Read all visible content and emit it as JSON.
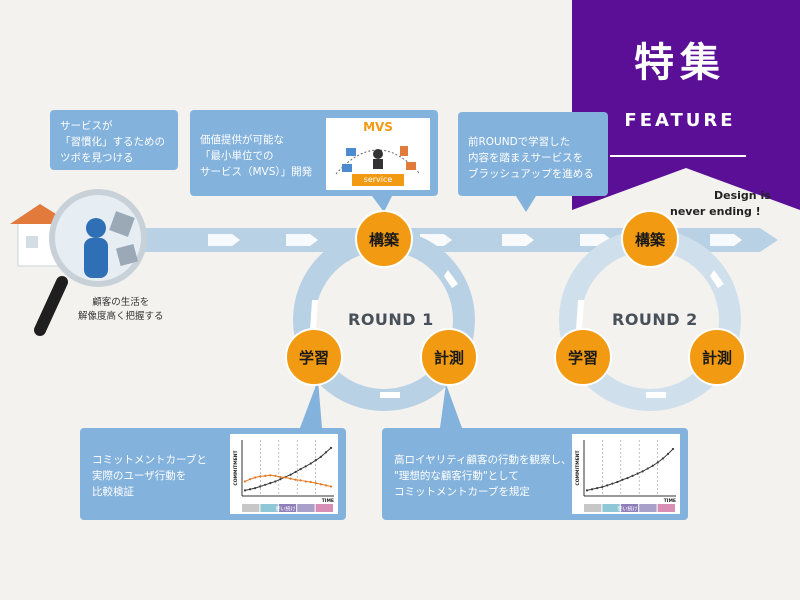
{
  "callouts": {
    "research": {
      "lines": [
        "サービスが",
        "「習慣化」するための",
        "ツボを見つける"
      ]
    },
    "mvs": {
      "lines": [
        "価値提供が可能な",
        "「最小単位での",
        "サービス（MVS）」開発"
      ]
    },
    "round_next": {
      "lines": [
        "前ROUNDで学習した",
        "内容を踏まえサービスを",
        "ブラッシュアップを進める"
      ]
    },
    "learn": {
      "lines": [
        "コミットメントカーブと",
        "実際のユーザ行動を",
        "比較検証"
      ]
    },
    "measure": {
      "lines": [
        "高ロイヤリティ顧客の行動を観察し、",
        "\"理想的な顧客行動\"として",
        "コミットメントカーブを規定"
      ]
    }
  },
  "mvs_figure": {
    "title": "MVS",
    "caption": "service"
  },
  "magnifier_caption": [
    "顧客の生活を",
    "解像度高く把握する"
  ],
  "rounds": [
    {
      "label": "ROUND 1",
      "build": "構築",
      "learn": "学習",
      "measure": "計測"
    },
    {
      "label": "ROUND 2",
      "build": "構築",
      "learn": "学習",
      "measure": "計測"
    }
  ],
  "endless_text": [
    "Design is",
    "never ending !"
  ],
  "feature": {
    "title": "特集",
    "subtitle": "FEATURE"
  },
  "colors": {
    "node": "#f29a12",
    "callout": "#83b2dc",
    "flow": "#b9d1e4",
    "badge": "#5a0f96",
    "series_ideal": "#3a3a3a",
    "series_actual": "#e4771f"
  },
  "chart_data": [
    {
      "type": "line",
      "title": "",
      "xlabel": "TIME",
      "ylabel": "COMMITMENT",
      "categories": [
        "1",
        "2",
        "3",
        "4",
        "5",
        "6",
        "7",
        "8",
        "9",
        "10",
        "11",
        "12",
        "13",
        "14",
        "15",
        "16",
        "17",
        "18"
      ],
      "series": [
        {
          "values": [
            1.0,
            1.2,
            1.4,
            1.7,
            2.0,
            2.3,
            2.6,
            3.0,
            3.4,
            3.8,
            4.3,
            4.8,
            5.3,
            5.8,
            6.4,
            7.0,
            7.8,
            8.6
          ]
        },
        {
          "values": [
            2.6,
            3.0,
            3.3,
            3.5,
            3.6,
            3.7,
            3.6,
            3.4,
            3.3,
            3.1,
            2.9,
            2.8,
            2.6,
            2.5,
            2.3,
            2.1,
            1.9,
            1.7
          ]
        }
      ],
      "ylim": [
        0,
        10
      ],
      "phase_labels": [
        "",
        "",
        "使い続ける",
        "",
        ""
      ]
    },
    {
      "type": "line",
      "title": "",
      "xlabel": "TIME",
      "ylabel": "COMMITMENT",
      "categories": [
        "1",
        "2",
        "3",
        "4",
        "5",
        "6",
        "7",
        "8",
        "9",
        "10",
        "11",
        "12",
        "13",
        "14",
        "15",
        "16",
        "17",
        "18"
      ],
      "series": [
        {
          "values": [
            1.0,
            1.2,
            1.4,
            1.6,
            1.9,
            2.2,
            2.5,
            2.9,
            3.2,
            3.6,
            4.0,
            4.4,
            4.9,
            5.4,
            6.0,
            6.7,
            7.5,
            8.4
          ]
        }
      ],
      "ylim": [
        0,
        10
      ],
      "phase_labels": [
        "",
        "",
        "使い続ける",
        "",
        ""
      ]
    }
  ]
}
